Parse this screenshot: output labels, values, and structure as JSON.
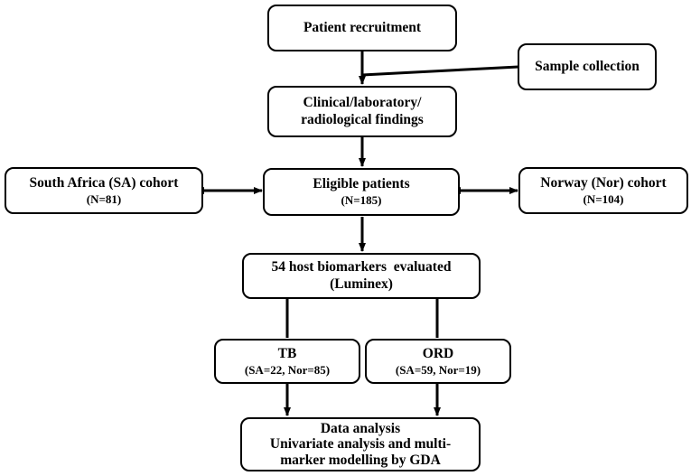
{
  "diagram": {
    "nodes": {
      "recruitment": {
        "lines": [
          "Patient recruitment"
        ]
      },
      "sample_collection": {
        "lines": [
          "Sample collection"
        ]
      },
      "findings": {
        "lines": [
          "Clinical/laboratory/",
          "radiological findings"
        ]
      },
      "sa_cohort": {
        "title": "South Africa (SA) cohort",
        "count": "(N=81)"
      },
      "eligible": {
        "title": "Eligible patients",
        "count": "(N=185)"
      },
      "nor_cohort": {
        "title": "Norway (Nor) cohort",
        "count": "(N=104)"
      },
      "biomarkers": {
        "lines": [
          "54 host biomarkers  evaluated",
          "(Luminex)"
        ]
      },
      "tb": {
        "title": "TB",
        "count": "(SA=22, Nor=85)"
      },
      "ord": {
        "title": "ORD",
        "count": "(SA=59, Nor=19)"
      },
      "analysis": {
        "lines": [
          "Data analysis",
          "Univariate analysis and multi-",
          "marker modelling by GDA"
        ]
      }
    },
    "colors": {
      "stroke": "#000000",
      "background": "#ffffff",
      "text": "#000000"
    }
  }
}
